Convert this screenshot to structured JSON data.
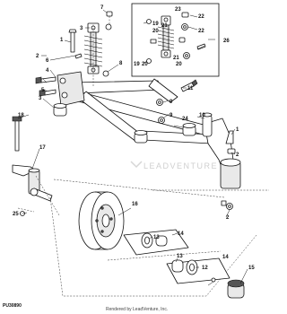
{
  "diagram": {
    "figure_code": "PU30890",
    "footer_text": "Rendered by LeadVenture, Inc.",
    "watermark_text": "LEADVENTURE",
    "inset_label": "26"
  },
  "callouts": [
    {
      "id": "c7",
      "label": "7"
    },
    {
      "id": "c3a",
      "label": "3"
    },
    {
      "id": "c1a",
      "label": "1"
    },
    {
      "id": "c8",
      "label": "8"
    },
    {
      "id": "c2a",
      "label": "2"
    },
    {
      "id": "c6",
      "label": "6"
    },
    {
      "id": "c4",
      "label": "4"
    },
    {
      "id": "c5",
      "label": "5"
    },
    {
      "id": "c3b",
      "label": "3"
    },
    {
      "id": "c18",
      "label": "18"
    },
    {
      "id": "c11",
      "label": "11"
    },
    {
      "id": "c9a",
      "label": "9"
    },
    {
      "id": "c9b",
      "label": "9"
    },
    {
      "id": "c24",
      "label": "24"
    },
    {
      "id": "c10",
      "label": "10"
    },
    {
      "id": "c1b",
      "label": "1"
    },
    {
      "id": "c17",
      "label": "17"
    },
    {
      "id": "c2b",
      "label": "2"
    },
    {
      "id": "c25",
      "label": "25"
    },
    {
      "id": "c16",
      "label": "16"
    },
    {
      "id": "c14a",
      "label": "14"
    },
    {
      "id": "c13a",
      "label": "13"
    },
    {
      "id": "c14b",
      "label": "14"
    },
    {
      "id": "c13b",
      "label": "13"
    },
    {
      "id": "c12",
      "label": "12"
    },
    {
      "id": "c15",
      "label": "15"
    },
    {
      "id": "c2c",
      "label": "2"
    },
    {
      "id": "c23",
      "label": "23"
    },
    {
      "id": "c22a",
      "label": "22"
    },
    {
      "id": "c19a",
      "label": "19"
    },
    {
      "id": "c20a",
      "label": "20"
    },
    {
      "id": "c21a",
      "label": "21"
    },
    {
      "id": "c22b",
      "label": "22"
    },
    {
      "id": "c21b",
      "label": "21"
    },
    {
      "id": "c19b",
      "label": "19"
    },
    {
      "id": "c20b",
      "label": "20"
    },
    {
      "id": "c20c",
      "label": "20"
    }
  ]
}
